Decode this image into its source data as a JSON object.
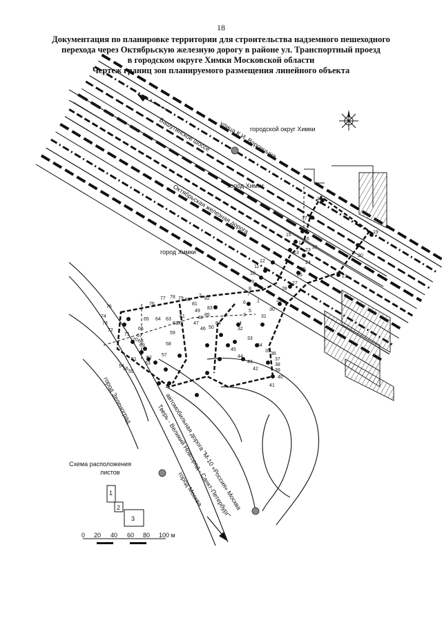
{
  "page_number": "18",
  "title": {
    "line1": "Документация по планировке территории для строительства надземного пешеходного",
    "line2": "перехода через Октябрьскую железную дорогу в районе ул. Транспортный проезд",
    "line3": "в городском округе Химки Московской области",
    "line4": "Чертеж границ зон планируемого размещения линейного объекта"
  },
  "map_labels": {
    "vashutinskoe": "Вашутинское шоссе",
    "voronitsyna": "улица К.И. Воронцына",
    "gorodskoy_okrug": "городской округ Химки",
    "gorod_khimki_1": "город Химки",
    "oktyabrskaya": "Октябрьская железная дорога",
    "gorod_khimki_2": "город Химки",
    "m10": "автомобильная дорога \"М-10 «Россия» Москва",
    "tver": "Тверь - Великий Новгород - Санкт-Петербург\"",
    "zelenograd": "город Зеленоград",
    "moskva": "город Москва"
  },
  "sheet_scheme": {
    "title_line1": "Схема расположения",
    "title_line2": "листов",
    "sheets": [
      "1",
      "2",
      "3"
    ]
  },
  "scale_bar": {
    "ticks": [
      "0",
      "20",
      "40",
      "60",
      "80",
      "100 м"
    ]
  },
  "point_labels": [
    "1",
    "2",
    "3",
    "4",
    "5",
    "6",
    "7",
    "8",
    "9",
    "10",
    "11",
    "12",
    "13",
    "14",
    "15",
    "16",
    "17",
    "18",
    "19",
    "20",
    "21",
    "22",
    "23",
    "24",
    "25",
    "26",
    "27",
    "28",
    "29",
    "30",
    "31",
    "32",
    "33",
    "34",
    "35",
    "36",
    "37",
    "38",
    "39",
    "40",
    "41",
    "42",
    "43",
    "44",
    "45",
    "46",
    "47",
    "48",
    "49",
    "50",
    "51",
    "52",
    "53",
    "54",
    "55",
    "56",
    "57",
    "58",
    "59",
    "60",
    "61",
    "62",
    "63",
    "64",
    "65",
    "66",
    "67",
    "68",
    "69",
    "70",
    "71",
    "72",
    "73",
    "74",
    "75",
    "76",
    "77",
    "78",
    "79",
    "80",
    "81",
    "82",
    "83",
    "84",
    "85"
  ]
}
